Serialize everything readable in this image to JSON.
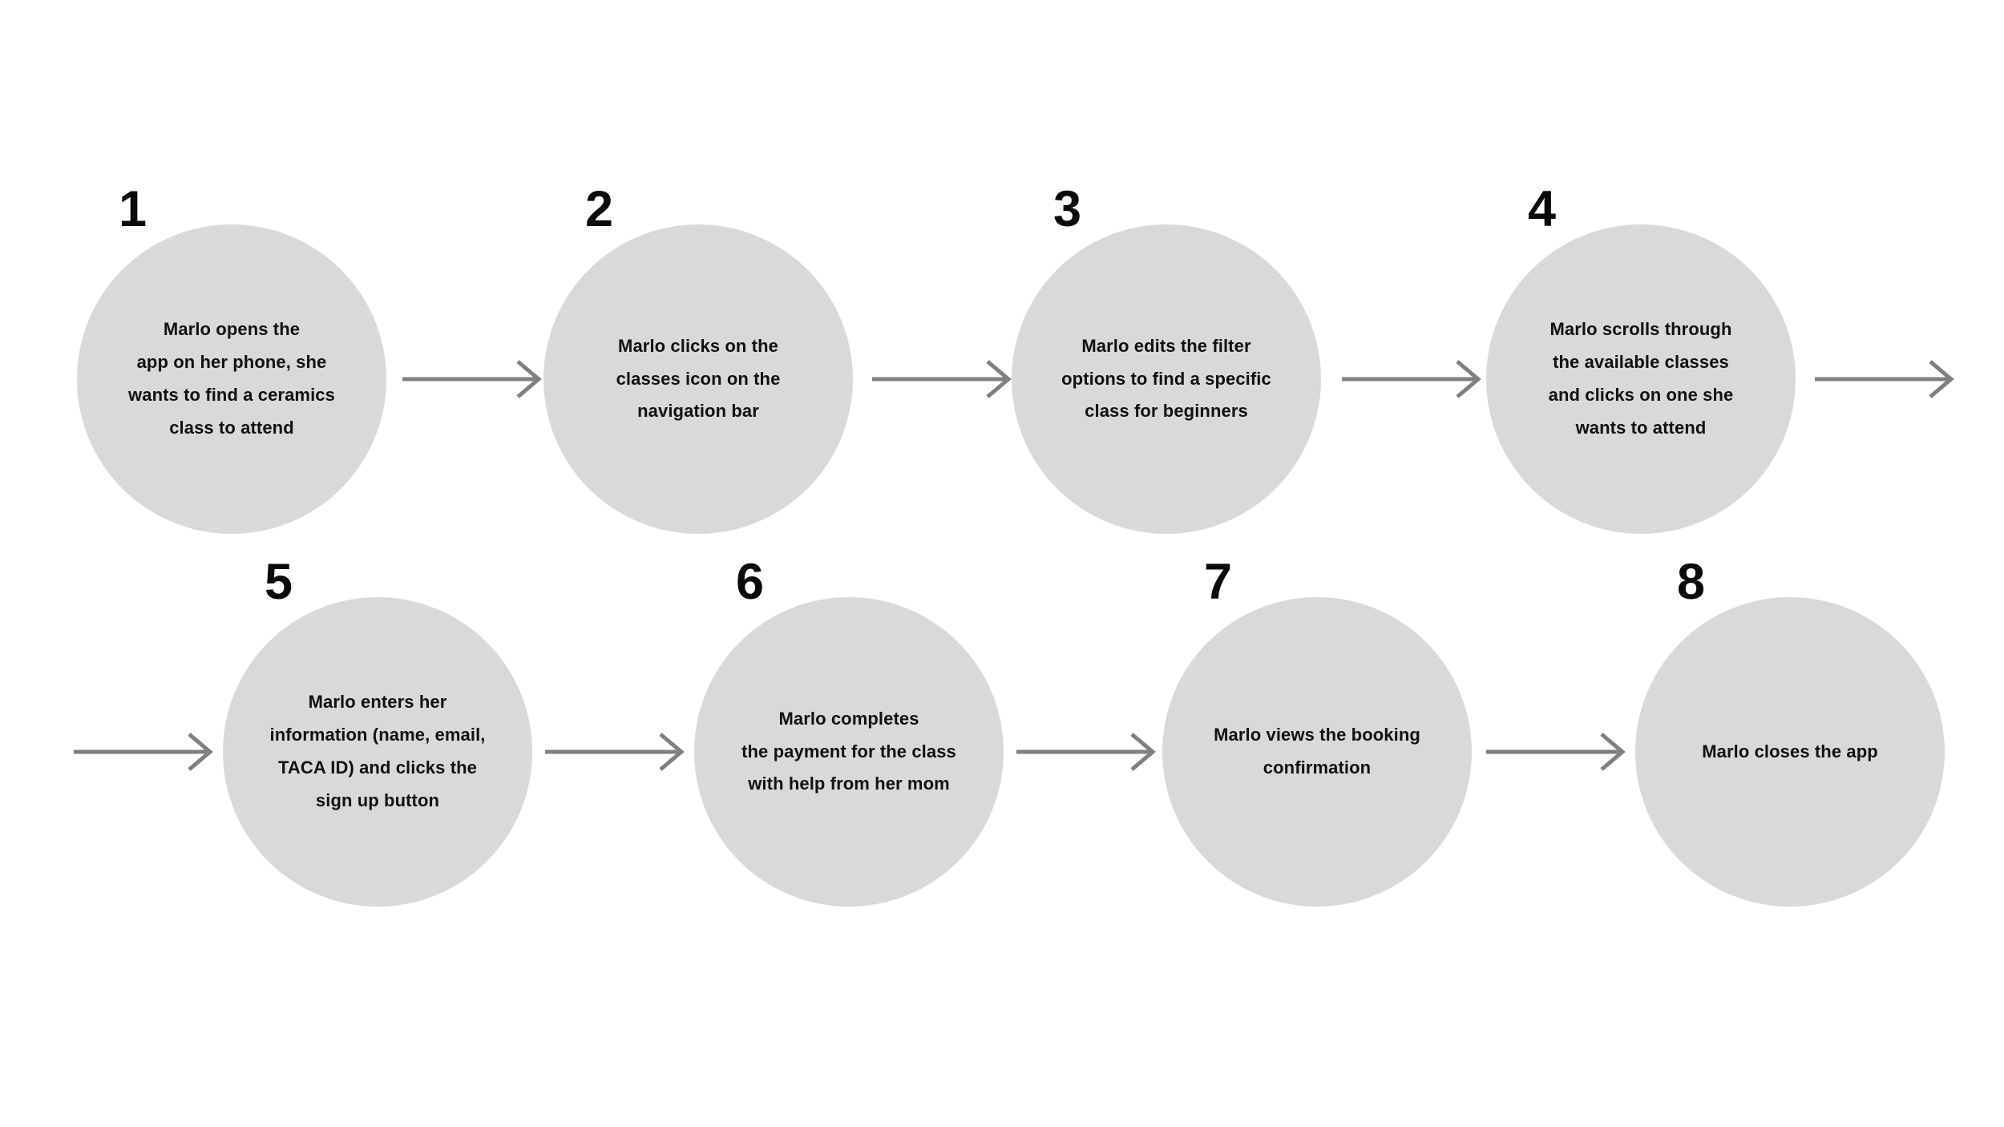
{
  "diagram": {
    "type": "user-journey-flowchart",
    "background_color": "#ffffff",
    "circle_color": "#d9d9d9",
    "arrow_color": "#808080",
    "text_color": "#111111"
  },
  "steps": [
    {
      "number": "1",
      "text": "Marlo opens the\napp on her phone, she\nwants to find a ceramics\nclass to attend"
    },
    {
      "number": "2",
      "text": "Marlo clicks on the\nclasses icon on the\nnavigation bar"
    },
    {
      "number": "3",
      "text": "Marlo edits the filter\noptions to find a specific\nclass for beginners"
    },
    {
      "number": "4",
      "text": "Marlo scrolls through\nthe available classes\nand clicks on one she\nwants to attend"
    },
    {
      "number": "5",
      "text": "Marlo enters her\ninformation (name, email,\nTACA ID) and clicks the\nsign up button"
    },
    {
      "number": "6",
      "text": "Marlo completes\nthe payment for the class\nwith help from her mom"
    },
    {
      "number": "7",
      "text": "Marlo views the booking\nconfirmation"
    },
    {
      "number": "8",
      "text": "Marlo closes the app"
    }
  ],
  "connectors": [
    {
      "name": "arrow-1-to-2",
      "direction": "right"
    },
    {
      "name": "arrow-2-to-3",
      "direction": "right"
    },
    {
      "name": "arrow-3-to-4",
      "direction": "right"
    },
    {
      "name": "arrow-4-to-5-out",
      "direction": "right"
    },
    {
      "name": "arrow-4-to-5-in",
      "direction": "right"
    },
    {
      "name": "arrow-5-to-6",
      "direction": "right"
    },
    {
      "name": "arrow-6-to-7",
      "direction": "right"
    },
    {
      "name": "arrow-7-to-8",
      "direction": "right"
    }
  ]
}
